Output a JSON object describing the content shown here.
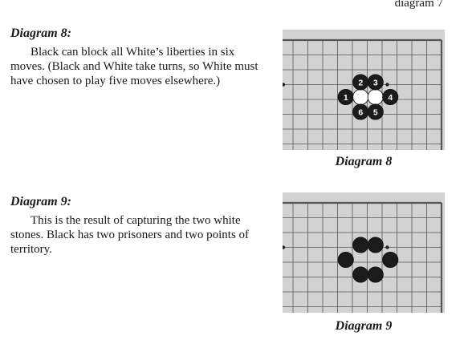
{
  "top_fragment": "diagram 7",
  "sections": [
    {
      "heading": "Diagram 8:",
      "body": "Black can block all White’s liberties in six moves. (Black and White take turns, so White must have chosen to play five moves elsewhere.)",
      "caption": "Diagram 8",
      "stones": [
        {
          "color": "black",
          "col": 4,
          "row": 4,
          "label": "1"
        },
        {
          "color": "white",
          "col": 5,
          "row": 4,
          "label": ""
        },
        {
          "color": "white",
          "col": 6,
          "row": 4,
          "label": ""
        },
        {
          "color": "black",
          "col": 7,
          "row": 4,
          "label": "4"
        },
        {
          "color": "black",
          "col": 5,
          "row": 3,
          "label": "2"
        },
        {
          "color": "black",
          "col": 6,
          "row": 3,
          "label": "3"
        },
        {
          "color": "black",
          "col": 5,
          "row": 5,
          "label": "6"
        },
        {
          "color": "black",
          "col": 6,
          "row": 5,
          "label": "5"
        }
      ]
    },
    {
      "heading": "Diagram 9:",
      "body": "This is the result of capturing the two white stones. Black has two prisoners and two points of territory.",
      "caption": "Diagram 9",
      "stones": [
        {
          "color": "black",
          "col": 4,
          "row": 4,
          "label": ""
        },
        {
          "color": "black",
          "col": 7,
          "row": 4,
          "label": ""
        },
        {
          "color": "black",
          "col": 5,
          "row": 3,
          "label": ""
        },
        {
          "color": "black",
          "col": 6,
          "row": 3,
          "label": ""
        },
        {
          "color": "black",
          "col": 5,
          "row": 5,
          "label": ""
        },
        {
          "color": "black",
          "col": 6,
          "row": 5,
          "label": ""
        }
      ]
    }
  ],
  "colors": {
    "board_bg": "#d2d2d2",
    "grid_line": "#555555",
    "black_stone": "#1b1b1b",
    "white_stone": "#ffffff",
    "text": "#1a1a1a"
  }
}
